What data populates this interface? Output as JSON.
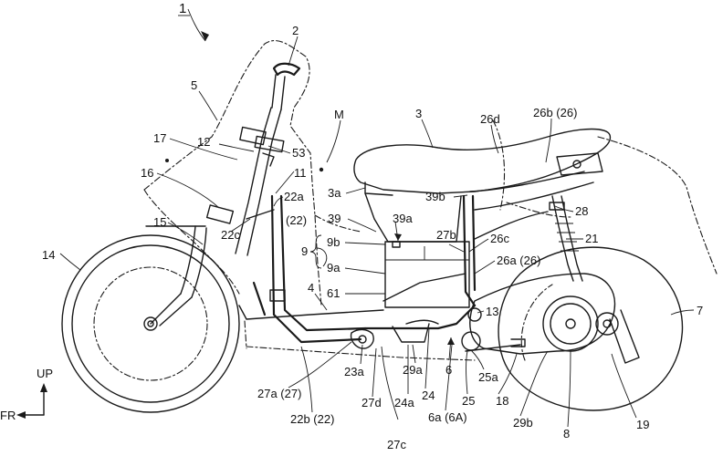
{
  "figure": {
    "title_number": "1",
    "direction_up": "UP",
    "direction_fr": "FR",
    "labels": [
      {
        "id": "l2",
        "text": "2"
      },
      {
        "id": "l5",
        "text": "5"
      },
      {
        "id": "lM",
        "text": "M"
      },
      {
        "id": "l3",
        "text": "3"
      },
      {
        "id": "l26d",
        "text": "26d"
      },
      {
        "id": "l26b",
        "text": "26b (26)"
      },
      {
        "id": "l17",
        "text": "17"
      },
      {
        "id": "l12",
        "text": "12"
      },
      {
        "id": "l53",
        "text": "53"
      },
      {
        "id": "l11",
        "text": "11"
      },
      {
        "id": "l16",
        "text": "16"
      },
      {
        "id": "l3a",
        "text": "3a"
      },
      {
        "id": "l39b",
        "text": "39b"
      },
      {
        "id": "l22a",
        "text": "22a"
      },
      {
        "id": "l22p",
        "text": "(22)"
      },
      {
        "id": "l28",
        "text": "28"
      },
      {
        "id": "l15",
        "text": "15"
      },
      {
        "id": "l22c",
        "text": "22c"
      },
      {
        "id": "l39",
        "text": "39"
      },
      {
        "id": "l39a",
        "text": "39a"
      },
      {
        "id": "l27b",
        "text": "27b"
      },
      {
        "id": "l26c",
        "text": "26c"
      },
      {
        "id": "l21",
        "text": "21"
      },
      {
        "id": "l9",
        "text": "9"
      },
      {
        "id": "l9b",
        "text": "9b"
      },
      {
        "id": "l9a",
        "text": "9a"
      },
      {
        "id": "l26a",
        "text": "26a (26)"
      },
      {
        "id": "l14",
        "text": "14"
      },
      {
        "id": "l4",
        "text": "4"
      },
      {
        "id": "l61",
        "text": "61"
      },
      {
        "id": "l13",
        "text": "13"
      },
      {
        "id": "l7",
        "text": "7"
      },
      {
        "id": "l23a",
        "text": "23a"
      },
      {
        "id": "l29a",
        "text": "29a"
      },
      {
        "id": "l6",
        "text": "6"
      },
      {
        "id": "l25a",
        "text": "25a"
      },
      {
        "id": "l18",
        "text": "18"
      },
      {
        "id": "l27a",
        "text": "27a (27)"
      },
      {
        "id": "l27d",
        "text": "27d"
      },
      {
        "id": "l24a",
        "text": "24a"
      },
      {
        "id": "l24",
        "text": "24"
      },
      {
        "id": "l25",
        "text": "25"
      },
      {
        "id": "l29b",
        "text": "29b"
      },
      {
        "id": "l8",
        "text": "8"
      },
      {
        "id": "l19",
        "text": "19"
      },
      {
        "id": "l22b",
        "text": "22b (22)"
      },
      {
        "id": "l6a",
        "text": "6a (6A)"
      },
      {
        "id": "l27c",
        "text": "27c"
      }
    ]
  }
}
